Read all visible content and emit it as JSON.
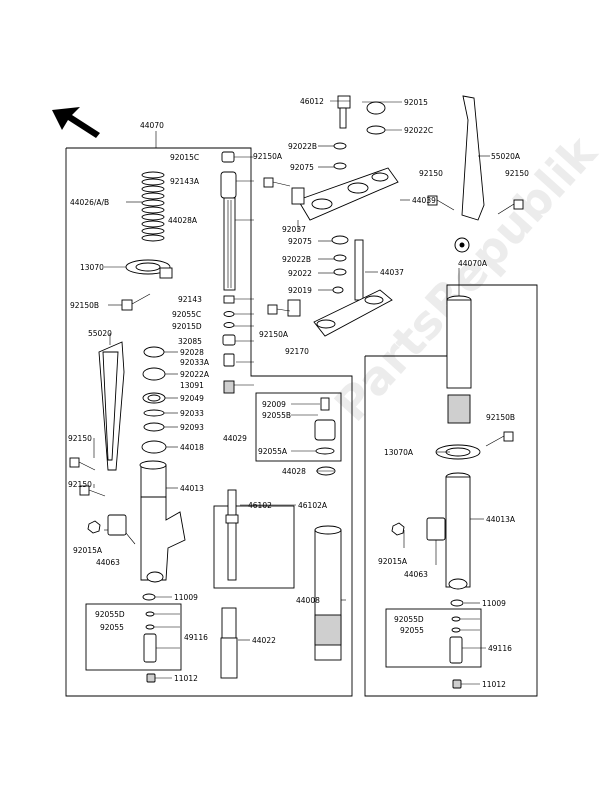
{
  "watermark": "PartsRepublik",
  "labels": {
    "l44070": "44070",
    "l44070A": "44070A",
    "l46012": "46012",
    "l92015": "92015",
    "l92022B_top": "92022B",
    "l92022C": "92022C",
    "l55020A": "55020A",
    "l92150A_top": "92150A",
    "l92075_top": "92075",
    "l92150_r1": "92150",
    "l92150_r2": "92150",
    "l44039": "44039",
    "l92037": "92037",
    "l92075": "92075",
    "l92022B": "92022B",
    "l92022": "92022",
    "l92019": "92019",
    "l44037": "44037",
    "l92150A": "92150A",
    "l92170": "92170",
    "l92015C": "92015C",
    "l92143A": "92143A",
    "l44026": "44026/A/B",
    "l44028A": "44028A",
    "l13070": "13070",
    "l92150B": "92150B",
    "l92143": "92143",
    "l92055C": "92055C",
    "l92015D": "92015D",
    "l32085": "32085",
    "l92028": "92028",
    "l92033A": "92033A",
    "l92022A": "92022A",
    "l13091": "13091",
    "l92049": "92049",
    "l92033": "92033",
    "l92093": "92093",
    "l44018": "44018",
    "l55020": "55020",
    "l92009": "92009",
    "l92055B": "92055B",
    "l44029": "44029",
    "l92055A": "92055A",
    "l44028": "44028",
    "l92150_l1": "92150",
    "l92150_l2": "92150",
    "l44013": "44013",
    "l46102": "46102",
    "l46102A": "46102A",
    "l92015A": "92015A",
    "l44063": "44063",
    "l11009": "11009",
    "l44008": "44008",
    "l92055D": "92055D",
    "l92055": "92055",
    "l49116": "49116",
    "l44022": "44022",
    "l11012": "11012",
    "l92150B_r": "92150B",
    "l13070A": "13070A",
    "l44013A": "44013A",
    "l92015A_r": "92015A",
    "l44063_r": "44063",
    "l11009_r": "11009",
    "l92055D_r": "92055D",
    "l92055_r": "92055",
    "l49116_r": "49116",
    "l11012_r": "11012"
  }
}
